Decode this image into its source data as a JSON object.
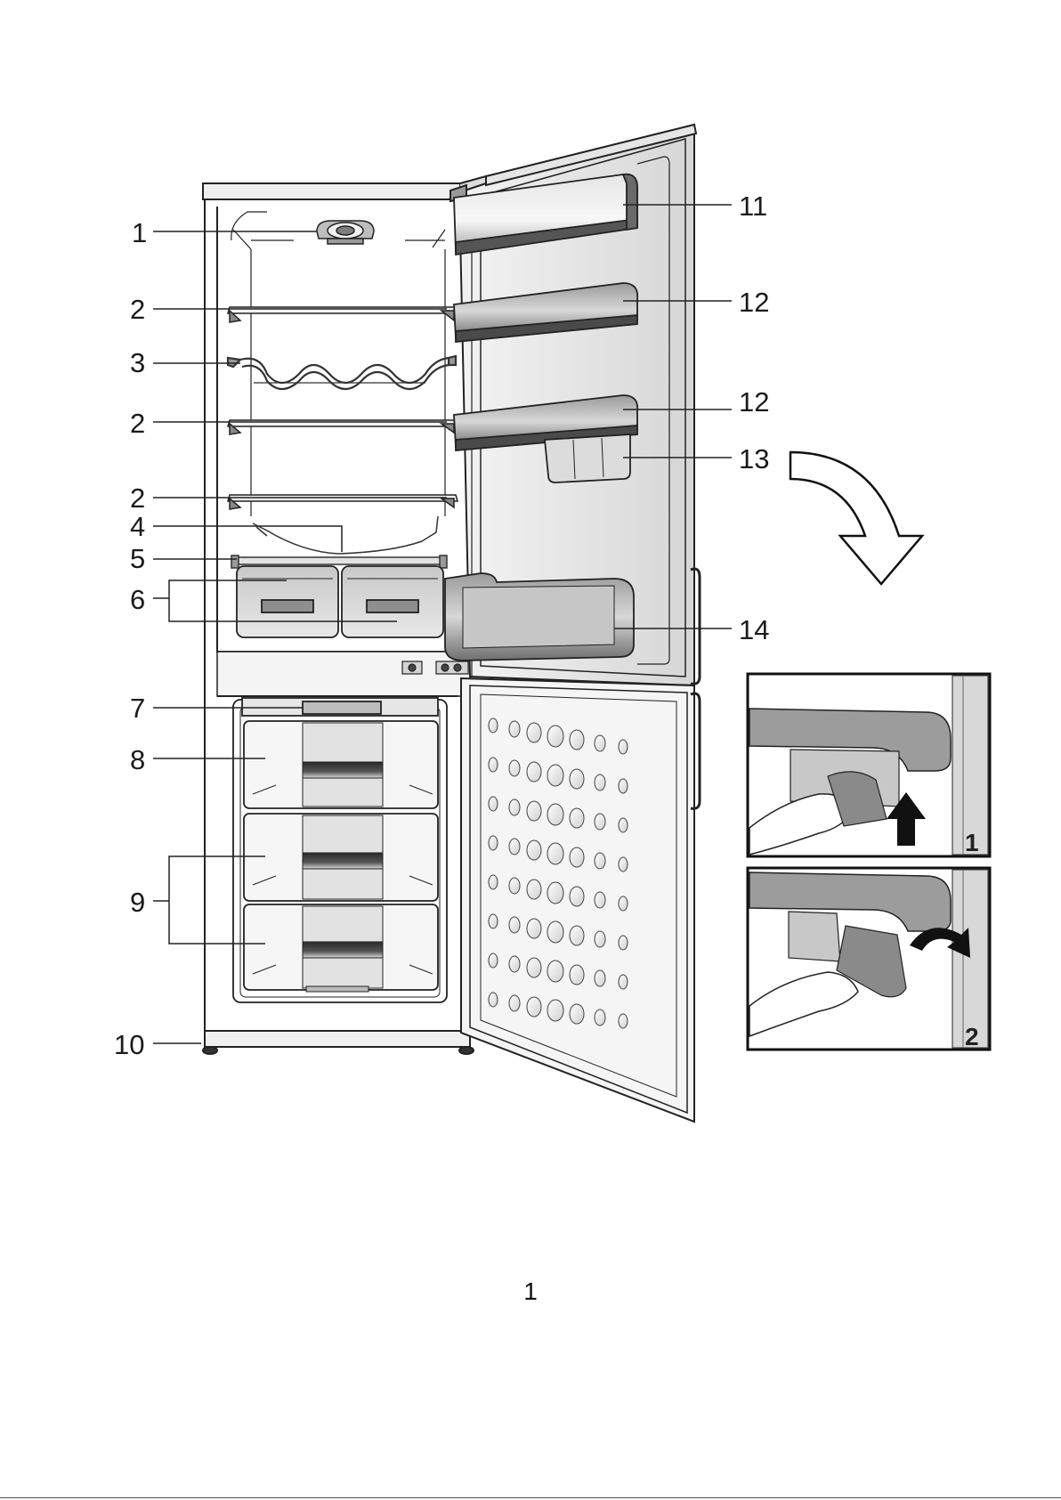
{
  "callouts": {
    "c1": "1",
    "c2a": "2",
    "c3": "3",
    "c2b": "2",
    "c2c": "2",
    "c4": "4",
    "c5": "5",
    "c6": "6",
    "c7": "7",
    "c8": "8",
    "c9": "9",
    "c10": "10",
    "c11": "11",
    "c12a": "12",
    "c12b": "12",
    "c13": "13",
    "c14": "14"
  },
  "insets": {
    "step1": "1",
    "step2": "2"
  },
  "page_number": "1"
}
